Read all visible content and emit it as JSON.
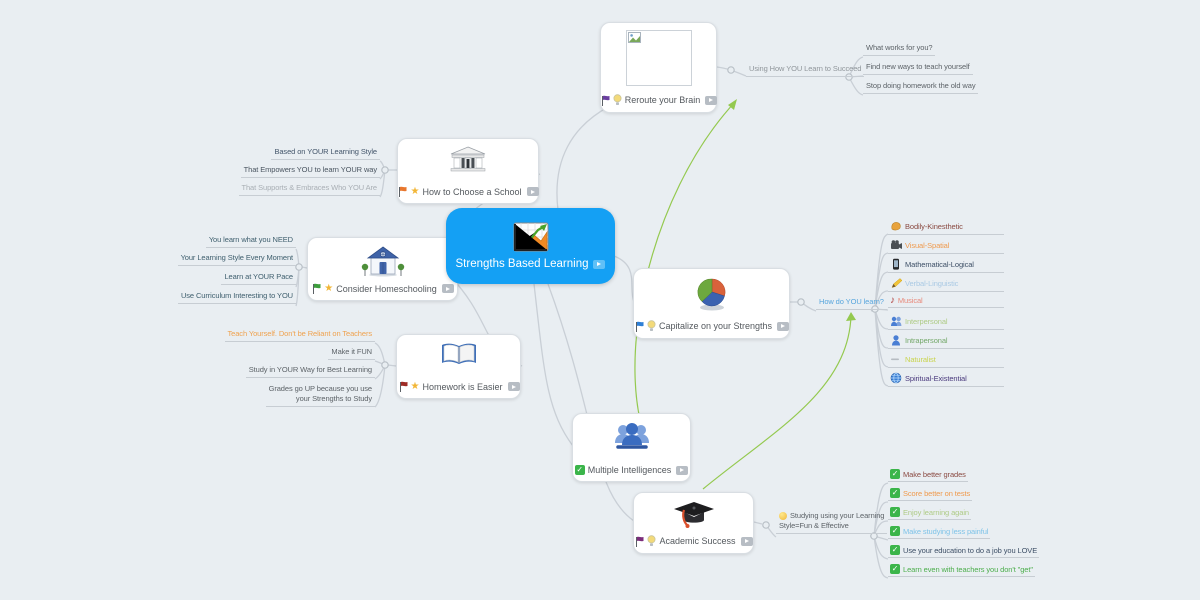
{
  "title": "Strengths Based Learning mind map",
  "colors": {
    "center_bg": "#14a0f4",
    "cross_link_green": "#94c94f",
    "connector_gray": "#c9cfd6"
  },
  "center": {
    "label": "Strengths Based Learning"
  },
  "topics": {
    "reroute": {
      "label": "Reroute your Brain"
    },
    "school": {
      "label": "How to Choose a School"
    },
    "homeschool": {
      "label": "Consider Homeschooling"
    },
    "homework": {
      "label": "Homework is Easier"
    },
    "capitalize": {
      "label": "Capitalize on your Strengths"
    },
    "intelligences": {
      "label": "Multiple Intelligences"
    },
    "success": {
      "label": "Academic Success"
    }
  },
  "branches": {
    "reroute": {
      "parent": "Using How YOU Learn to Succeed",
      "children": [
        {
          "label": "What works for you?",
          "color": "#5d6368"
        },
        {
          "label": "Find new ways to teach yourself",
          "color": "#5d6368"
        },
        {
          "label": "Stop doing homework the old way",
          "color": "#5d6368"
        }
      ],
      "parent_color": "#90969b"
    },
    "school": {
      "children": [
        {
          "label": "Based on YOUR Learning Style",
          "color": "#44566b"
        },
        {
          "label": "That Empowers YOU to learn YOUR way",
          "color": "#4a5560"
        },
        {
          "label": "That Supports & Embraces Who YOU Are",
          "color": "#a9afb5"
        }
      ]
    },
    "homeschool": {
      "children": [
        {
          "label": "You learn what you NEED",
          "color": "#3f5f6e"
        },
        {
          "label": "Your Learning Style Every Moment",
          "color": "#3f5f6e"
        },
        {
          "label": "Learn at YOUR Pace",
          "color": "#3f5f6e"
        },
        {
          "label": "Use Curriculum Interesting to YOU",
          "color": "#3f5f6e"
        }
      ]
    },
    "homework": {
      "children": [
        {
          "label": "Teach Yourself. Don't be Reliant on Teachers",
          "color": "#efa24f"
        },
        {
          "label": "Make it FUN",
          "color": "#5d6368"
        },
        {
          "label": "Study in YOUR Way for Best Learning",
          "color": "#5d6368"
        }
      ],
      "grades_line1": "Grades go UP because you use",
      "grades_line2": "your Strengths to Study",
      "grades_color": "#5d6368"
    },
    "capitalize": {
      "parent": "How do YOU learn?",
      "parent_color": "#58a6dd",
      "items": [
        {
          "label": "Bodily-Kinesthetic",
          "color": "#8a4a42",
          "icon": "muscle-icon"
        },
        {
          "label": "Visual-Spatial",
          "color": "#ef9a4d",
          "icon": "movie-camera-icon"
        },
        {
          "label": "Mathematical-Logical",
          "color": "#3d4f66",
          "icon": "mobile-phone-icon"
        },
        {
          "label": "Verbal-Linguistic",
          "color": "#a9c9e4",
          "icon": "pencil-icon"
        },
        {
          "label": "Musical",
          "color": "#e8887a",
          "icon": "music-note-icon"
        },
        {
          "label": "Interpersonal",
          "color": "#aecb85",
          "icon": "two-people-icon"
        },
        {
          "label": "Intrapersonal",
          "color": "#74a86a",
          "icon": "person-icon"
        },
        {
          "label": "Naturalist",
          "color": "#c9d44e",
          "icon": "dash-icon"
        },
        {
          "label": "Spiritual-Existential",
          "color": "#4a3a7d",
          "icon": "globe-icon"
        }
      ]
    },
    "success": {
      "parent_line1": "Studying using your Learning",
      "parent_line2": "Style=Fun & Effective",
      "parent_color": "#5d6368",
      "items": [
        {
          "label": "Make better grades",
          "color": "#8a4a42"
        },
        {
          "label": "Score better on tests",
          "color": "#ef9a4d"
        },
        {
          "label": "Enjoy learning again",
          "color": "#aecb85"
        },
        {
          "label": "Make studying less painful",
          "color": "#7ec3e8"
        },
        {
          "label": "Use your education to do a job you LOVE",
          "color": "#3d4f66"
        },
        {
          "label": "Learn even with teachers you don't \"get\"",
          "color": "#4cae4c"
        }
      ]
    }
  },
  "icons": {
    "check": "✓",
    "star": "★",
    "music_note": "♪"
  }
}
